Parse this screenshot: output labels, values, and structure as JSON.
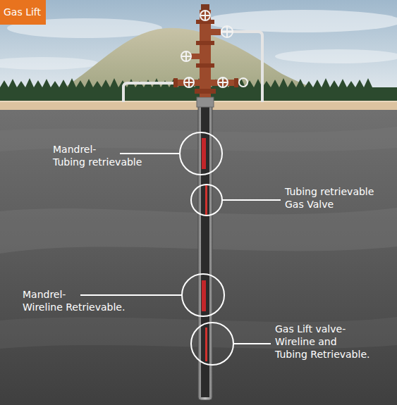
{
  "diagram": {
    "title": "Gas Lift",
    "labels": [
      "Mandrel- Tubing retrievable",
      "Tubing retrievable Gas Valve",
      "Mandrel- Wireline Retrievable.",
      "Gas Lift valve- Wireline and Tubing Retrievable."
    ]
  }
}
